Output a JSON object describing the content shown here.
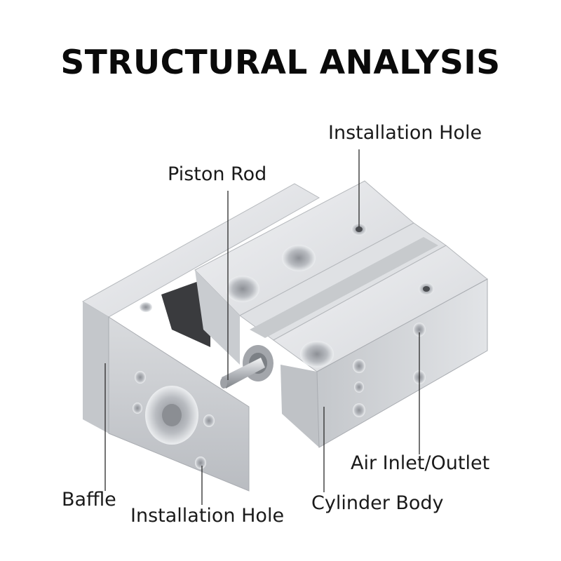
{
  "title": "STRUCTURAL ANALYSIS",
  "labels": {
    "installation_hole_top": "Installation Hole",
    "piston_rod": "Piston Rod",
    "air_inlet_outlet": "Air Inlet/Outlet",
    "baffle": "Baffle",
    "cylinder_body": "Cylinder Body",
    "installation_hole_bottom": "Installation Hole"
  },
  "colors": {
    "metal_light": "#e6e7ea",
    "metal_mid": "#c9cbcf",
    "metal_dark": "#9fa2a7",
    "leader_line": "#2a2a2a"
  }
}
